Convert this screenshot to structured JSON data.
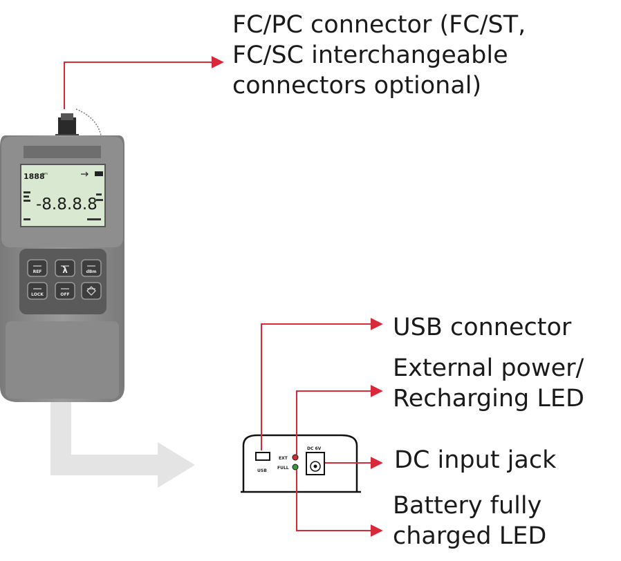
{
  "callouts": {
    "fc_connector": {
      "line1": "FC/PC connector (FC/ST,",
      "line2": "FC/SC interchangeable",
      "line3": "connectors optional)"
    },
    "usb_connector": {
      "line1": "USB connector"
    },
    "external_power": {
      "line1": "External power/",
      "line2": "Recharging LED"
    },
    "dc_input": {
      "line1": "DC input jack"
    },
    "battery_full": {
      "line1": "Battery fully",
      "line2": "charged LED"
    }
  },
  "device": {
    "lcd": {
      "top_left": "1888",
      "main_reading": "-8.8.8.8"
    },
    "keys": [
      {
        "id": "key-1",
        "label": "REF",
        "icon": "wave-icon"
      },
      {
        "id": "key-2",
        "label": "λ",
        "icon": "lambda-icon"
      },
      {
        "id": "key-3",
        "label": "dBm",
        "icon": "unit-icon"
      },
      {
        "id": "key-4",
        "label": "LOCK",
        "icon": "lock-icon"
      },
      {
        "id": "key-5",
        "label": "OFF",
        "icon": "power-icon"
      },
      {
        "id": "key-6",
        "label": "",
        "icon": "arrow-pad-icon"
      }
    ]
  },
  "side_panel": {
    "usb_label": "USB",
    "ext_label": "EXT",
    "full_label": "FULL",
    "dc_label": "DC 6V"
  },
  "colors": {
    "callout_line": "#d8283a",
    "device_body": "#8a8a8a",
    "device_bumper": "#e59a6e",
    "lcd_background": "#d9e8d0",
    "keypad": "#5a5a5a",
    "led_ext": "#d23030",
    "led_full": "#3a9a3a"
  }
}
